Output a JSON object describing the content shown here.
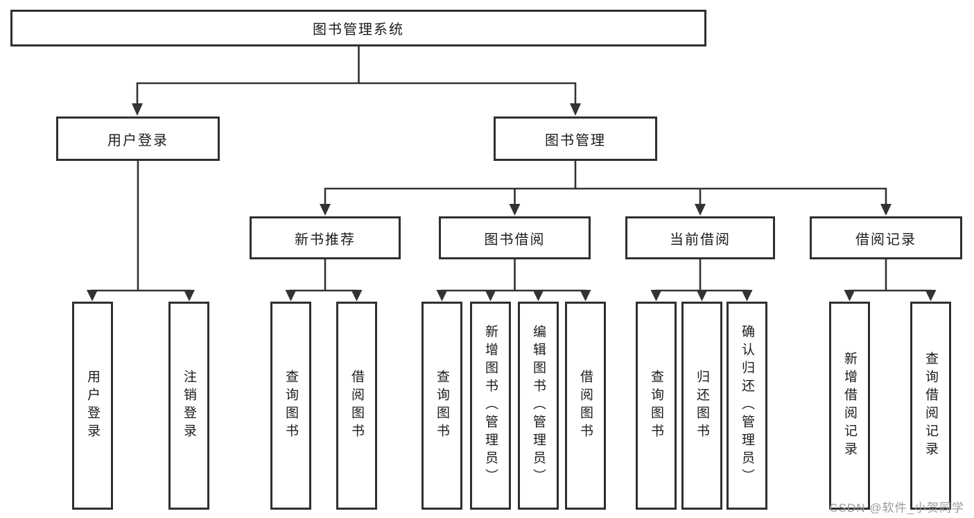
{
  "root": {
    "label": "图书管理系统"
  },
  "branches": [
    {
      "label": "用户登录",
      "leaves": [
        "用户登录",
        "注销登录"
      ]
    },
    {
      "label": "图书管理",
      "sections": [
        {
          "label": "新书推荐",
          "leaves": [
            "查询图书",
            "借阅图书"
          ]
        },
        {
          "label": "图书借阅",
          "leaves": [
            "查询图书",
            "新增图书（管理员）",
            "编辑图书（管理员）",
            "借阅图书"
          ]
        },
        {
          "label": "当前借阅",
          "leaves": [
            "查询图书",
            "归还图书",
            "确认归还（管理员）"
          ]
        },
        {
          "label": "借阅记录",
          "leaves": [
            "新增借阅记录",
            "查询借阅记录"
          ]
        }
      ]
    }
  ],
  "watermark": "CSDN @软件_小贺同学",
  "colors": {
    "line": "#333333",
    "box_border": "#2f2f2f",
    "box_fill": "#ffffff",
    "text": "#1c1c1c",
    "watermark_color": "#9b9b9b"
  }
}
